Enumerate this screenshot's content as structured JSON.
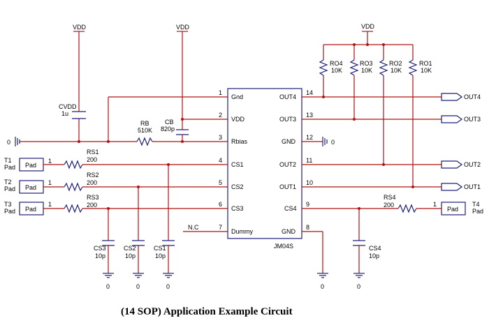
{
  "caption": "(14 SOP) Application Example Circuit",
  "chip": {
    "name": "JM04S",
    "left_pins": [
      {
        "num": "1",
        "label": "Gnd"
      },
      {
        "num": "2",
        "label": "VDD"
      },
      {
        "num": "3",
        "label": "Rbias"
      },
      {
        "num": "4",
        "label": "CS1"
      },
      {
        "num": "5",
        "label": "CS2"
      },
      {
        "num": "6",
        "label": "CS3"
      },
      {
        "num": "7",
        "label": "Dummy"
      }
    ],
    "right_pins": [
      {
        "num": "14",
        "label": "OUT4"
      },
      {
        "num": "13",
        "label": "OUT3"
      },
      {
        "num": "12",
        "label": "GND"
      },
      {
        "num": "11",
        "label": "OUT2"
      },
      {
        "num": "10",
        "label": "OUT1"
      },
      {
        "num": "9",
        "label": "CS4"
      },
      {
        "num": "8",
        "label": "GND"
      }
    ]
  },
  "supplies": {
    "vdd": "VDD",
    "zero": "0",
    "nc": "N.C"
  },
  "cvdd": {
    "name": "CVDD",
    "value": "1u"
  },
  "rb": {
    "name": "RB",
    "value": "510K"
  },
  "cb": {
    "name": "CB",
    "value": "820p"
  },
  "pads": [
    {
      "name": "T1",
      "sub": "Pad",
      "box": "Pad",
      "pin": "1"
    },
    {
      "name": "T2",
      "sub": "Pad",
      "box": "Pad",
      "pin": "1"
    },
    {
      "name": "T3",
      "sub": "Pad",
      "box": "Pad",
      "pin": "1"
    },
    {
      "name": "T4",
      "sub": "Pad",
      "box": "Pad",
      "pin": "1"
    }
  ],
  "series_resistors": [
    {
      "name": "RS1",
      "value": "200"
    },
    {
      "name": "RS2",
      "value": "200"
    },
    {
      "name": "RS3",
      "value": "200"
    },
    {
      "name": "RS4",
      "value": "200"
    }
  ],
  "sense_caps": [
    {
      "name": "CS3",
      "value": "10p"
    },
    {
      "name": "CS2",
      "value": "10p"
    },
    {
      "name": "CS1",
      "value": "10p"
    },
    {
      "name": "CS4",
      "value": "10p"
    }
  ],
  "pullups": [
    {
      "name": "RO4",
      "value": "10K"
    },
    {
      "name": "RO3",
      "value": "10K"
    },
    {
      "name": "RO2",
      "value": "10K"
    },
    {
      "name": "RO1",
      "value": "10K"
    }
  ],
  "outputs": [
    "OUT4",
    "OUT3",
    "OUT2",
    "OUT1"
  ]
}
